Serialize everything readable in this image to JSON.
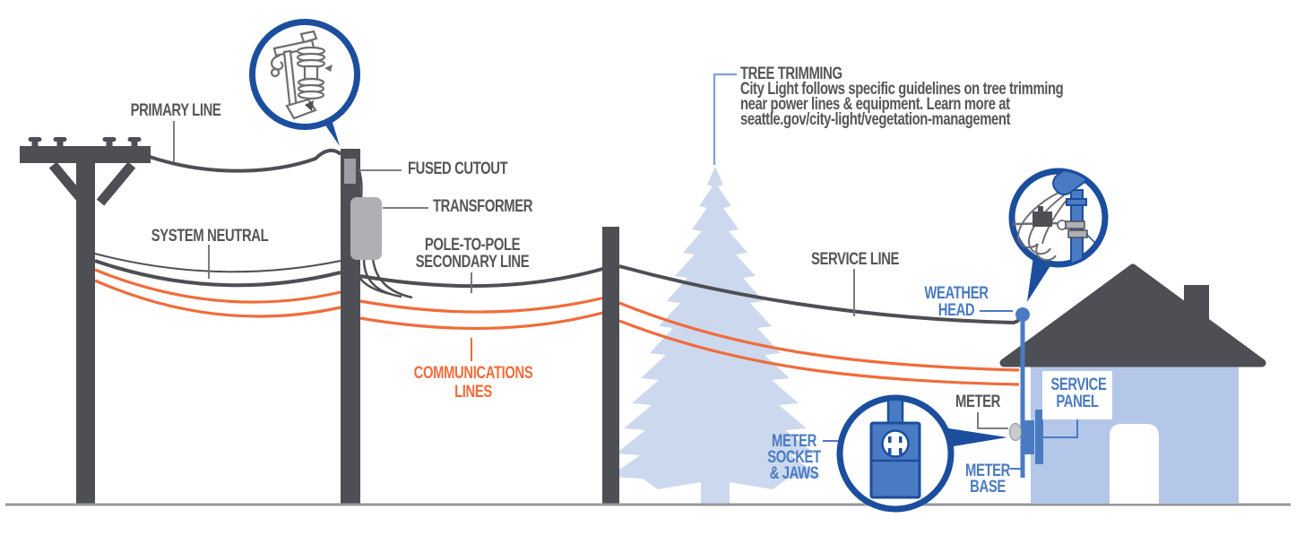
{
  "colors": {
    "dark_gray": "#4D4F54",
    "text_gray": "#55565A",
    "medium_gray": "#AEB0B3",
    "light_gray": "#C9CBCD",
    "orange": "#F06C3B",
    "blue": "#4A7BC2",
    "navy": "#1C4E9E",
    "light_blue_leader": "#7BA2DC",
    "tree_blue": "#CCD8EE",
    "house_blue": "#B4C7E9",
    "ground_gray": "#97999C"
  },
  "labels": {
    "primary_line": "PRIMARY LINE",
    "system_neutral": "SYSTEM NEUTRAL",
    "fused_cutout": "FUSED CUTOUT",
    "transformer": "TRANSFORMER",
    "pole_to_pole_secondary_line": [
      "POLE-TO-POLE",
      "SECONDARY LINE"
    ],
    "communications_lines": [
      "COMMUNICATIONS",
      "LINES"
    ],
    "service_line": "SERVICE LINE",
    "weather_head": [
      "WEATHER",
      "HEAD"
    ],
    "meter": "METER",
    "service_panel": [
      "SERVICE",
      "PANEL"
    ],
    "meter_base": [
      "METER",
      "BASE"
    ],
    "meter_socket_jaws": [
      "METER",
      "SOCKET",
      "& JAWS"
    ]
  },
  "tree_trimming_note": {
    "title": "TREE TRIMMING",
    "lines": [
      "City Light follows specific guidelines on tree trimming",
      "near power lines & equipment. Learn more at",
      "seattle.gov/city-light/vegetation-management"
    ]
  }
}
